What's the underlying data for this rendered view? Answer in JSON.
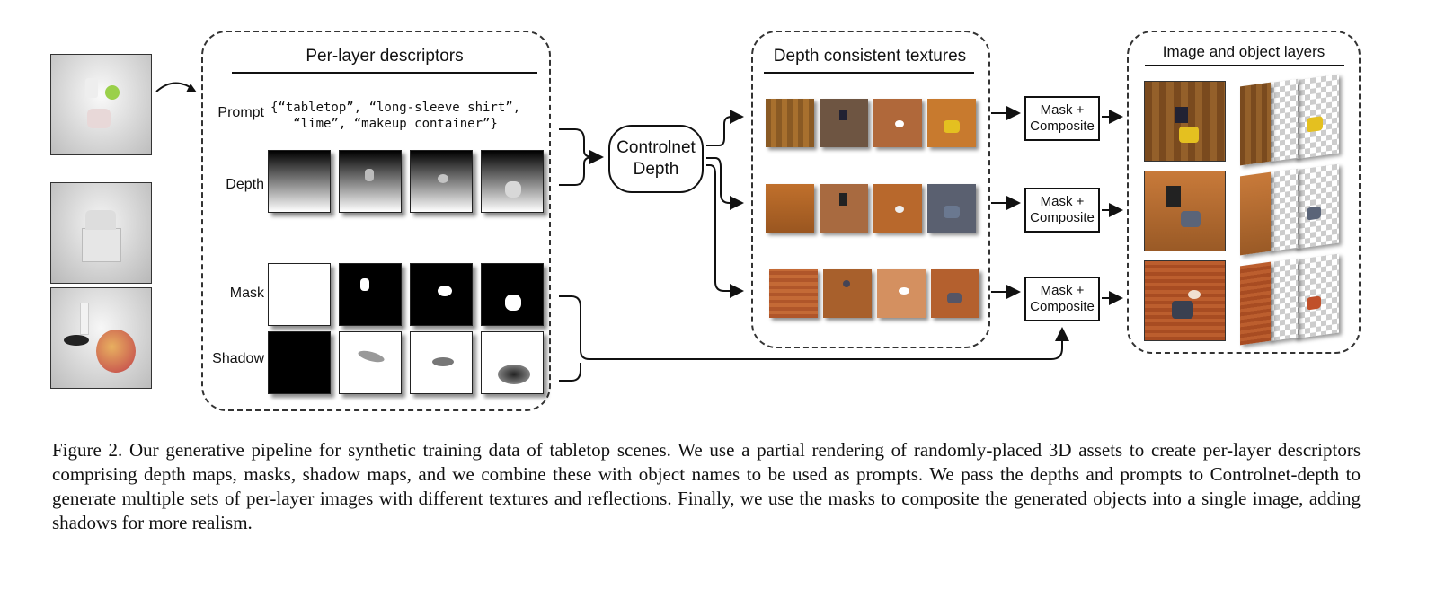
{
  "per_layer": {
    "title": "Per-layer descriptors",
    "prompt_label": "Prompt",
    "prompt_text": "{“tabletop”, “long-sleeve shirt”,\n   “lime”, “makeup container”}",
    "depth_label": "Depth",
    "mask_label": "Mask",
    "shadow_label": "Shadow"
  },
  "controlnet": {
    "label": "Controlnet\nDepth"
  },
  "textures": {
    "title": "Depth consistent textures"
  },
  "composite": {
    "label": "Mask +\nComposite"
  },
  "layers": {
    "title": "Image and object layers"
  },
  "caption": "Figure 2. Our generative pipeline for synthetic training data of tabletop scenes. We use a partial rendering of randomly-placed 3D assets to create per-layer descriptors comprising depth maps, masks, shadow maps, and we combine these with object names to be used as prompts. We pass the depths and prompts to Controlnet-depth to generate multiple sets of per-layer images with different textures and reflections. Finally, we use the masks to composite the generated objects into a single image, adding shadows for more realism."
}
